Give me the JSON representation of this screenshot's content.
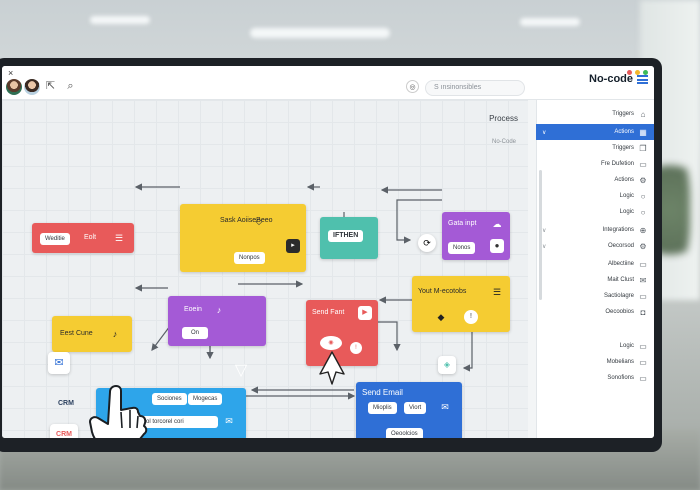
{
  "topbar": {
    "search_placeholder": "S ınsinonsibles",
    "brand": "No-code",
    "close": "×"
  },
  "canvas": {
    "title": "Process",
    "subtitle": "No-Code"
  },
  "nodes": {
    "sask": {
      "title": "Sask AoiiseBeeo",
      "pill": "Nonpos"
    },
    "green": {
      "title": "IFTHEN"
    },
    "gatainpt": {
      "title": "Gata inpt",
      "pill": "Nonos"
    },
    "eolt": {
      "title": "Eolt",
      "pill": "Weditie"
    },
    "yout": {
      "title": "Yout M-ecotobs"
    },
    "eoein": {
      "title": "Eoein",
      "pill": "On"
    },
    "sendfant": {
      "title": "Send Fant"
    },
    "eastcune": {
      "title": "Eest Cune"
    },
    "bluelight": {
      "pill1": "Mogecas",
      "pill2": "Sociones",
      "pill3": "Secugrol torcorel cori"
    },
    "sendemail": {
      "title": "Send Email",
      "pill1": "Viort",
      "pill2": "Mioplis",
      "pill3": "Oeoolcios"
    }
  },
  "crm": {
    "label1": "CRM",
    "label2": "CRM"
  },
  "sidebar": {
    "items": [
      {
        "label": "Triggers",
        "icon": "home-icon",
        "active": false
      },
      {
        "label": "Actions",
        "icon": "grid-icon",
        "active": true
      },
      {
        "label": "Triggers",
        "icon": "copy-icon",
        "active": false
      },
      {
        "label": "Fre Dufetion",
        "icon": "doc-icon",
        "active": false
      },
      {
        "label": "Actions",
        "icon": "gear-icon",
        "active": false
      },
      {
        "label": "Logic",
        "icon": "circle-icon",
        "active": false
      },
      {
        "label": "Logic",
        "icon": "circle-icon",
        "active": false
      },
      {
        "label": "Integrations",
        "icon": "plug-icon",
        "active": false
      },
      {
        "label": "Oecorsod",
        "icon": "cog-icon",
        "active": false
      },
      {
        "label": "Albectiine",
        "icon": "doc-icon",
        "active": false
      },
      {
        "label": "Mait Clust",
        "icon": "mail-icon",
        "active": false
      },
      {
        "label": "Sactiolagre",
        "icon": "doc-icon",
        "active": false
      },
      {
        "label": "Oecoobios",
        "icon": "lock-icon",
        "active": false
      },
      {
        "label": "Logic",
        "icon": "doc-icon",
        "active": false
      },
      {
        "label": "Mobelians",
        "icon": "doc-icon",
        "active": false
      },
      {
        "label": "Sonofions",
        "icon": "doc-icon",
        "active": false
      }
    ]
  },
  "colors": {
    "accent": "#2f6fd6",
    "yellow": "#f5cc32",
    "red": "#e85a5a",
    "teal": "#4fc0ad",
    "purple": "#a45ad6",
    "lightblue": "#2ea5ea"
  }
}
